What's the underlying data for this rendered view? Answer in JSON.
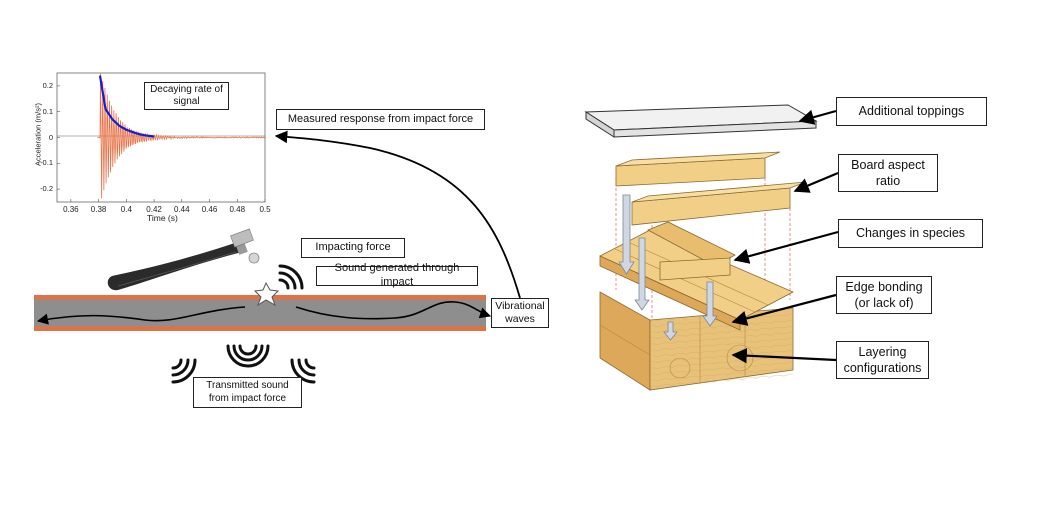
{
  "chart_data": {
    "type": "line",
    "xlabel": "Time (s)",
    "ylabel": "Acceleration (m/s²)",
    "xlim": [
      0.35,
      0.5
    ],
    "ylim": [
      -0.25,
      0.25
    ],
    "x_ticks": [
      "0.36",
      "0.38",
      "0.4",
      "0.42",
      "0.44",
      "0.46",
      "0.48",
      "0.5"
    ],
    "y_ticks": [
      "0.2",
      "0.1",
      "0",
      "-0.1",
      "-0.2"
    ],
    "series": [
      {
        "color": "#e8744a"
      },
      {
        "color": "#1a1ad6",
        "x": [
          0.381,
          0.385,
          0.39,
          0.395,
          0.4,
          0.405,
          0.41,
          0.415,
          0.42
        ],
        "y": [
          0.24,
          0.11,
          0.07,
          0.045,
          0.03,
          0.02,
          0.012,
          0.007,
          0.004
        ]
      }
    ]
  },
  "labels": {
    "decaying": "Decaying rate of signal",
    "measured": "Measured response from impact force",
    "impacting": "Impacting force",
    "sound_generated": "Sound generated through impact",
    "vibrational": "Vibrational waves",
    "transmitted": "Transmitted sound from impact force",
    "toppings": "Additional toppings",
    "aspect": "Board aspect ratio",
    "species": "Changes in species",
    "edge": "Edge bonding (or lack of)",
    "layering": "Layering configurations"
  },
  "colors": {
    "wood": "#f2cf86",
    "wood_side": "#dda85a",
    "wood_dark": "#c98f3e",
    "beam_gray": "#8e8e8e",
    "beam_orange": "#d97548",
    "signal": "#e8744a",
    "decay": "#1a1ad6"
  }
}
